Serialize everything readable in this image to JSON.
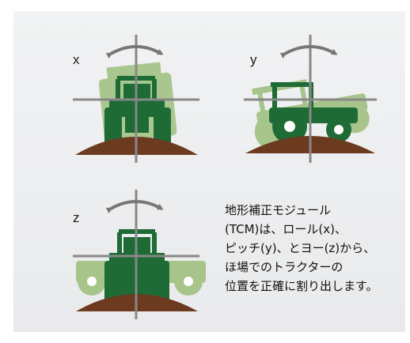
{
  "colors": {
    "panel": "#eeeff0",
    "tractor_dark": "#1e6b35",
    "tractor_light": "#a7c48a",
    "soil": "#6b3a1f",
    "axis_lines": "#888888",
    "rotation_arrows": "#777777"
  },
  "diagrams": [
    {
      "label": "x",
      "motion": "roll",
      "icon": "tractor-rear-view-icon"
    },
    {
      "label": "y",
      "motion": "pitch",
      "icon": "tractor-side-view-icon"
    },
    {
      "label": "z",
      "motion": "yaw",
      "icon": "tractor-rear-view-icon"
    }
  ],
  "caption_lines": [
    "地形補正モジュール",
    "(TCM)は、ロール(x)、",
    "ピッチ(y)、とヨー(z)から、",
    "ほ場でのトラクターの",
    "位置を正確に割り出します。"
  ]
}
